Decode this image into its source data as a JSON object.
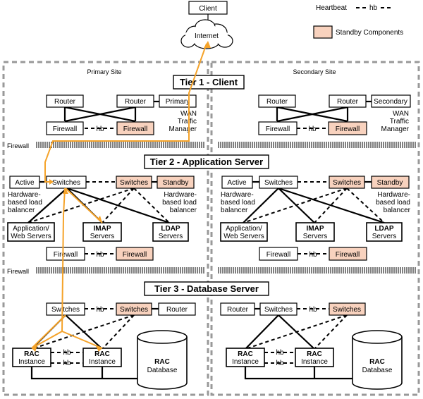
{
  "top": {
    "client": "Client",
    "internet": "Internet",
    "legend_heartbeat": "Heartbeat",
    "legend_hb": "hb",
    "legend_standby": "Standby Components"
  },
  "sites": {
    "primary": "Primary Site",
    "secondary": "Secondary Site"
  },
  "tiers": {
    "tier1": "Tier 1 - Client",
    "tier2": "Tier 2 - Application Server",
    "tier3": "Tier 3 - Database Server"
  },
  "firewall_label": "Firewall",
  "hb": "hb",
  "nodes": {
    "router": "Router",
    "primary": "Primary",
    "secondary": "Secondary",
    "firewall": "Firewall",
    "active": "Active",
    "switches": "Switches",
    "standby": "Standby",
    "rac_line1": "RAC",
    "rac_line2": "Instance",
    "ldap_line1": "LDAP",
    "ldap_line2": "Servers",
    "imap_line1": "IMAP",
    "imap_line2": "Servers",
    "app_line1": "Application/",
    "app_line2": "Web Servers",
    "racdb_line1": "RAC",
    "racdb_line2": "Database"
  },
  "labels": {
    "wan_line1": "WAN",
    "wan_line2": "Traffic",
    "wan_line3": "Manager",
    "hlb_line1": "Hardware-",
    "hlb_line2": "based load",
    "hlb_line3": "balancer"
  },
  "colors": {
    "standby_fill": "#f8d2be",
    "request_path": "#f5a32a",
    "site_border": "#999999"
  }
}
